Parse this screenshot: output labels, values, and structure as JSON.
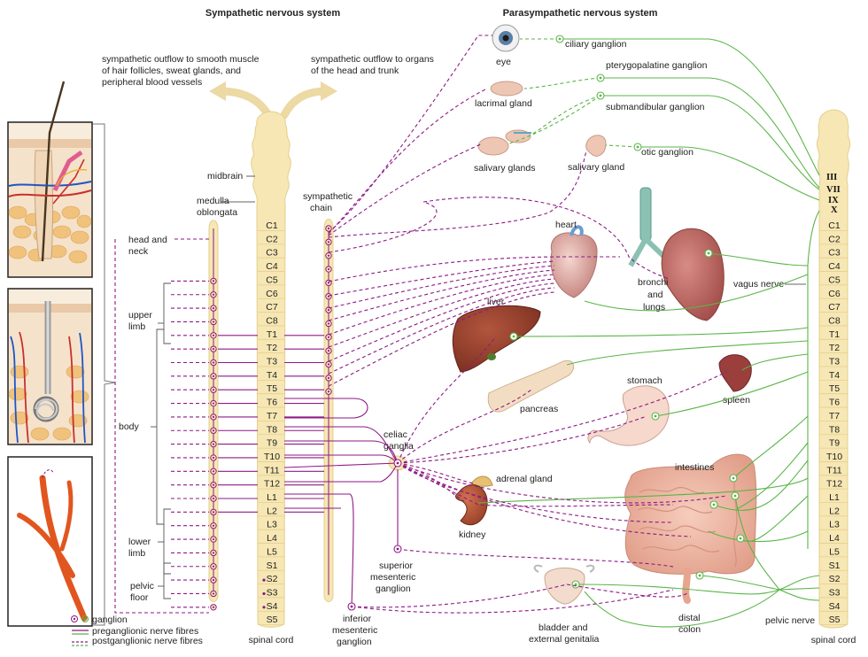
{
  "titles": {
    "sympathetic": "Sympathetic nervous system",
    "parasympathetic": "Parasympathetic nervous system"
  },
  "outflow": {
    "left": [
      "sympathetic outflow to smooth muscle",
      "of hair follicles, sweat glands, and",
      "peripheral blood vessels"
    ],
    "right": [
      "sympathetic outflow to organs",
      "of the head and trunk"
    ]
  },
  "cord_labels": {
    "midbrain": "midbrain",
    "medulla": [
      "medulla",
      "oblongata"
    ],
    "sympathetic_chain": [
      "sympathetic",
      "chain"
    ],
    "spinal_cord_left": "spinal cord",
    "spinal_cord_right": "spinal cord",
    "vagus_nerve": "vagus nerve",
    "pelvic_nerve": "pelvic nerve"
  },
  "segments": [
    "C1",
    "C2",
    "C3",
    "C4",
    "C5",
    "C6",
    "C7",
    "C8",
    "T1",
    "T2",
    "T3",
    "T4",
    "T5",
    "T6",
    "T7",
    "T8",
    "T9",
    "T10",
    "T11",
    "T12",
    "L1",
    "L2",
    "L3",
    "L4",
    "L5",
    "S1",
    "S2",
    "S3",
    "S4",
    "S5"
  ],
  "cranial_nerves": [
    "III",
    "VII",
    "IX",
    "X"
  ],
  "body_regions": {
    "head_neck": [
      "head and",
      "neck"
    ],
    "upper_limb": [
      "upper",
      "limb"
    ],
    "body": "body",
    "lower_limb": [
      "lower",
      "limb"
    ],
    "pelvic_floor": [
      "pelvic",
      "floor"
    ]
  },
  "organs": {
    "eye": "eye",
    "ciliary": "ciliary ganglion",
    "pterygopalatine": "pterygopalatine ganglion",
    "lacrimal": "lacrimal gland",
    "submandibular": "submandibular ganglion",
    "salivary_glands": "salivary glands",
    "salivary_gland": "salivary gland",
    "otic": "otic ganglion",
    "heart": "heart",
    "bronchi": [
      "bronchi",
      "and",
      "lungs"
    ],
    "liver": "liver",
    "pancreas": "pancreas",
    "stomach": "stomach",
    "spleen": "spleen",
    "celiac": [
      "celiac",
      "ganglia"
    ],
    "adrenal": "adrenal gland",
    "kidney": "kidney",
    "intestines": "intestines",
    "superior_mesenteric": [
      "superior",
      "mesenteric",
      "ganglion"
    ],
    "inferior_mesenteric": [
      "inferior",
      "mesenteric",
      "ganglion"
    ],
    "bladder": [
      "bladder and",
      "external genitalia"
    ],
    "distal_colon": [
      "distal",
      "colon"
    ]
  },
  "legend": {
    "ganglion": "ganglion",
    "preganglionic": "preganglionic nerve fibres",
    "postganglionic": "postganglionic nerve fibres"
  },
  "colors": {
    "sympathetic": "#8e1a86",
    "parasympathetic": "#5ab548",
    "cord": "#f6e7b4",
    "arrow": "#ecd9a4"
  }
}
